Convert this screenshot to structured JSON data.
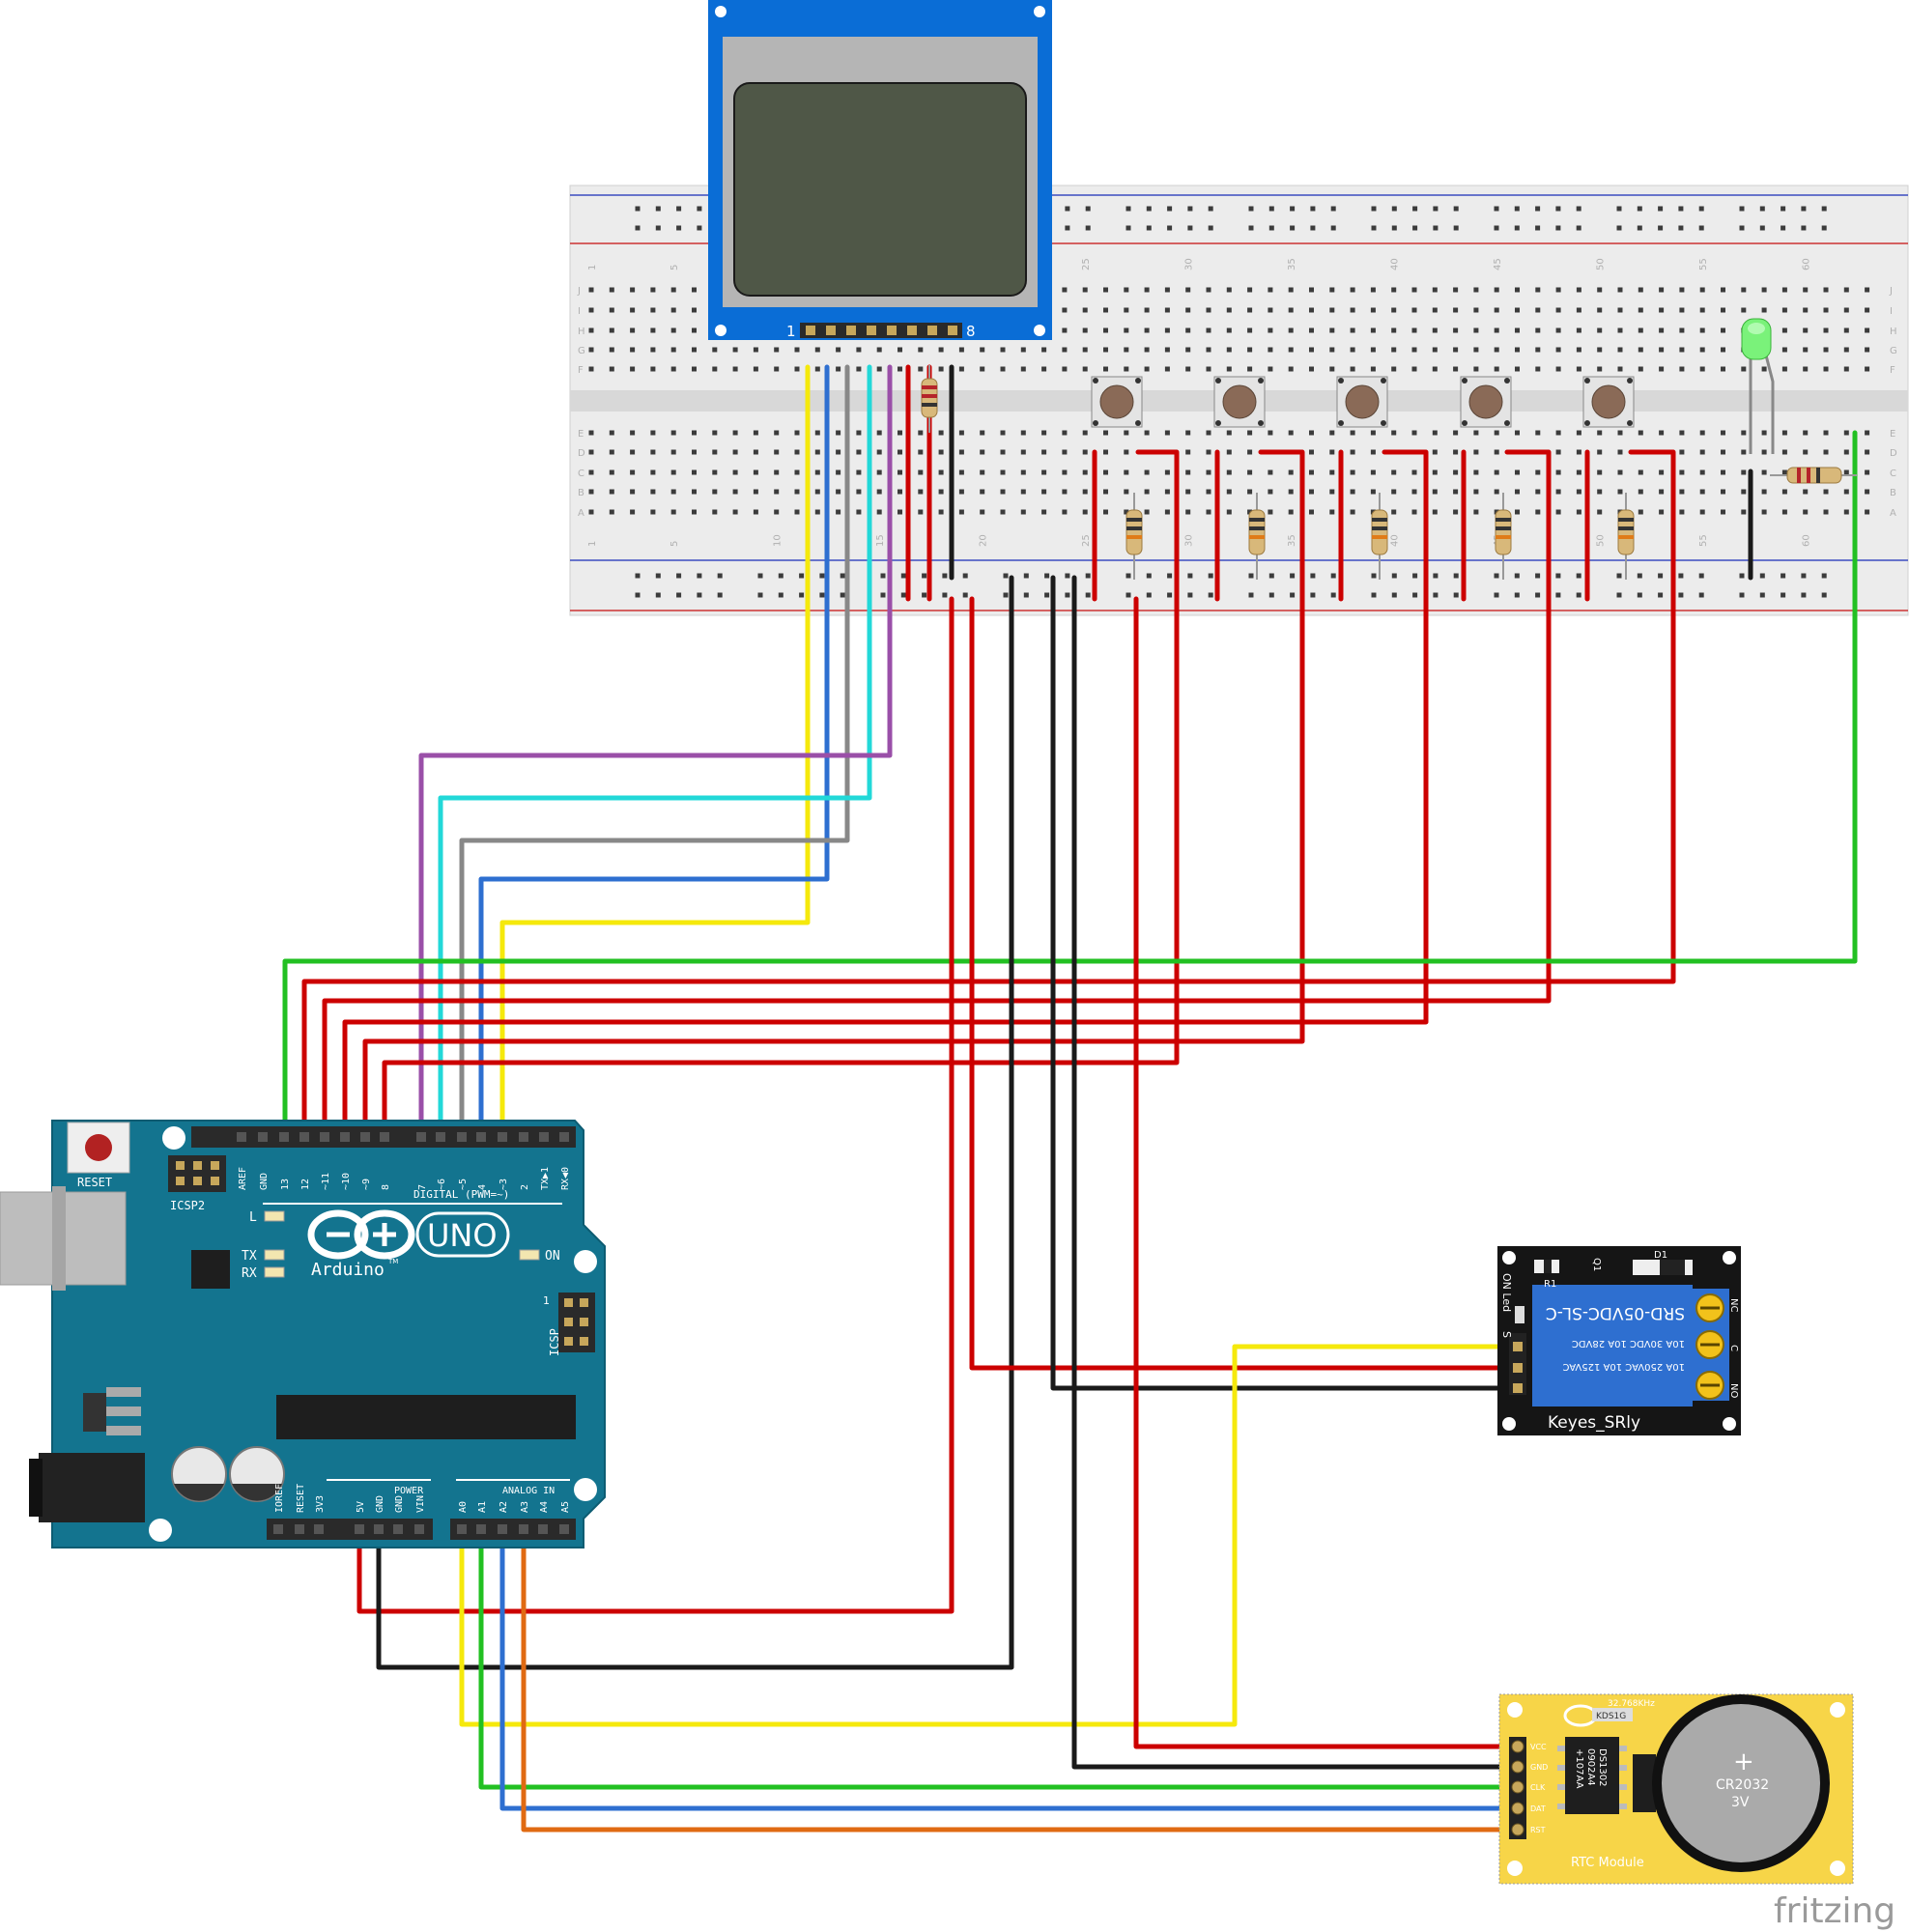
{
  "lcd": {
    "pin_first": "1",
    "pin_last": "8"
  },
  "breadboard": {
    "row_letters_top": [
      "J",
      "I",
      "H",
      "G",
      "F"
    ],
    "row_letters_bottom": [
      "E",
      "D",
      "C",
      "B",
      "A"
    ],
    "column_numbers": [
      "1",
      "5",
      "10",
      "15",
      "20",
      "25",
      "30",
      "35",
      "40",
      "45",
      "50",
      "55",
      "60"
    ]
  },
  "arduino": {
    "reset_label": "RESET",
    "icsp2_label": "ICSP2",
    "icsp_label": "ICSP",
    "digital_label": "DIGITAL (PWM=~)",
    "digital_pins": [
      "AREF",
      "GND",
      "13",
      "12",
      "~11",
      "~10",
      "~9",
      "8",
      "7",
      "~6",
      "~5",
      "4",
      "~3",
      "2",
      "TX▶1",
      "RX◀0"
    ],
    "l_label": "L",
    "tx_label": "TX",
    "rx_label": "RX",
    "on_label": "ON",
    "uno_label": "UNO",
    "brand_label": "Arduino",
    "tm_label": "TM",
    "power_label": "POWER",
    "power_pins": [
      "IOREF",
      "RESET",
      "3V3",
      "5V",
      "GND",
      "GND",
      "VIN"
    ],
    "analog_label": "ANALOG IN",
    "analog_pins": [
      "A0",
      "A1",
      "A2",
      "A3",
      "A4",
      "A5"
    ]
  },
  "relay": {
    "title": "Keyes_SRly",
    "model": "SRD-05VDC-SL-C",
    "rating_1": "10A 250VAC  10A 125VAC",
    "rating_2": "10A 30VDC  10A 28VDC",
    "terminals": [
      "NC",
      "C",
      "NO"
    ],
    "led_label": "ON Led",
    "r1_label": "R1",
    "q1_label": "Q1",
    "d1_label": "D1",
    "signal_label": "S"
  },
  "rtc": {
    "title": "RTC Module",
    "battery_label": "CR2032",
    "battery_voltage": "3V",
    "battery_polarity": "+",
    "crystal_label": "32.768KHz",
    "crystal_marking": "KDS1G",
    "chip_label": "DS1302",
    "chip_code": "0902A4",
    "chip_code2": "+107AA",
    "pins": [
      "VCC",
      "GND",
      "CLK",
      "DAT",
      "RST"
    ]
  },
  "watermark": "fritzing",
  "colors": {
    "red": "#cc0000",
    "black": "#1a1a1a",
    "yellow": "#f5e90c",
    "green": "#22c022",
    "blue": "#2e6fd0",
    "cyan": "#22d8d8",
    "gray": "#888888",
    "purple": "#9a4fa8",
    "orange": "#e06a12",
    "arduino_teal": "#13748f",
    "lcd_blue": "#0a6dd6",
    "rtc_yellow": "#f7d548"
  }
}
